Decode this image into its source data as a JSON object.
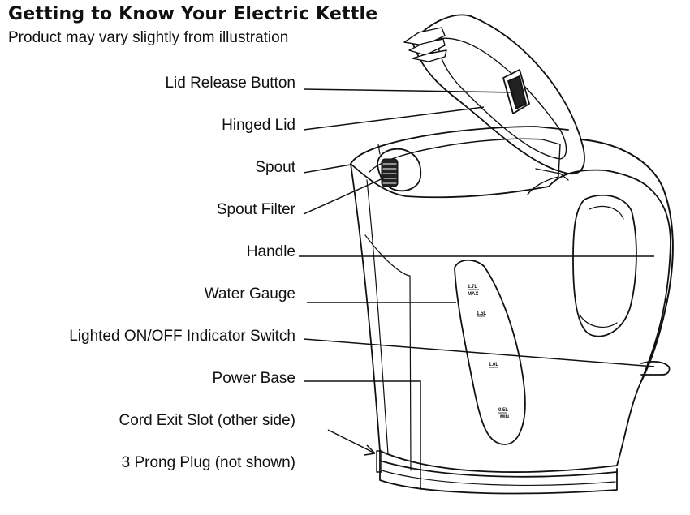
{
  "header": {
    "title": "Getting to Know Your Electric Kettle",
    "subtitle": "Product may vary slightly from illustration"
  },
  "labels": {
    "lid_release_button": "Lid Release Button",
    "hinged_lid": "Hinged Lid",
    "spout": "Spout",
    "spout_filter": "Spout Filter",
    "handle": "Handle",
    "water_gauge": "Water Gauge",
    "indicator_switch": "Lighted ON/OFF Indicator Switch",
    "power_base": "Power Base",
    "cord_exit_slot": "Cord Exit Slot (other side)",
    "prong_plug": "3 Prong Plug (not shown)"
  },
  "gauge_marks": {
    "max_value": "1.7L",
    "max_word": "MAX",
    "mark_1_5": "1.5L",
    "mark_1_0": "1.0L",
    "min_value": "0.5L",
    "min_word": "MIN"
  }
}
